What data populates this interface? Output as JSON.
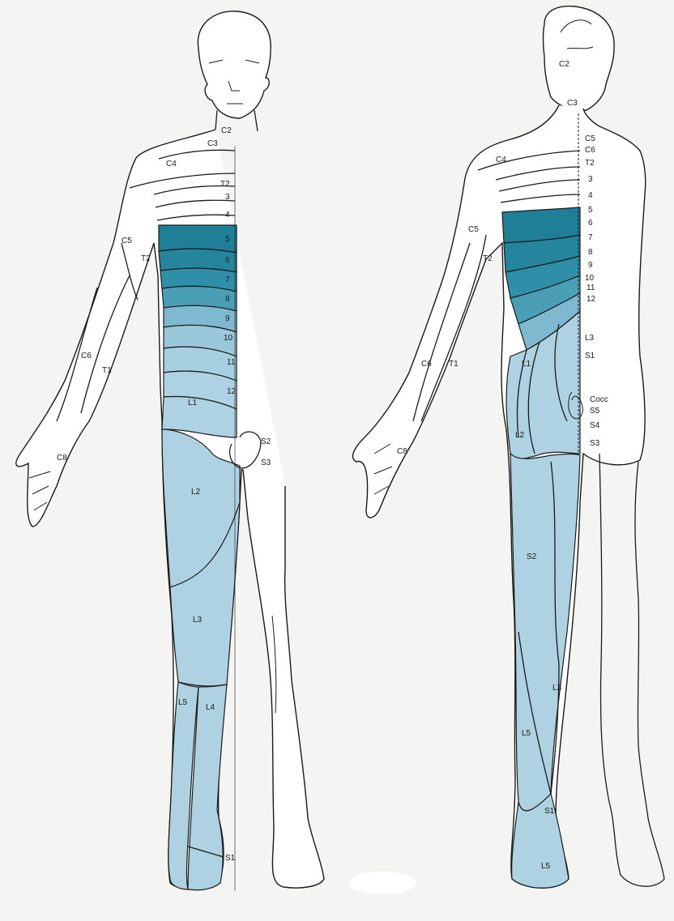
{
  "colors": {
    "background": "#f4f4f2",
    "band_dark": "#1f7f97",
    "band_mid": "#2f8fa8",
    "band_light": "#7fb9cf",
    "band_pale": "#aed2e2",
    "outline": "#1b1b1b"
  },
  "anterior": {
    "labels": [
      {
        "id": "c2",
        "text": "C2"
      },
      {
        "id": "c3",
        "text": "C3"
      },
      {
        "id": "c4",
        "text": "C4"
      },
      {
        "id": "t2",
        "text": "T2"
      },
      {
        "id": "t3",
        "text": "3"
      },
      {
        "id": "t4",
        "text": "4"
      },
      {
        "id": "t5",
        "text": "5"
      },
      {
        "id": "t6",
        "text": "6"
      },
      {
        "id": "t7",
        "text": "7"
      },
      {
        "id": "t8",
        "text": "8"
      },
      {
        "id": "t9",
        "text": "9"
      },
      {
        "id": "t10",
        "text": "10"
      },
      {
        "id": "t11",
        "text": "11"
      },
      {
        "id": "t12",
        "text": "12"
      },
      {
        "id": "c5",
        "text": "C5"
      },
      {
        "id": "t2arm",
        "text": "T2"
      },
      {
        "id": "c6",
        "text": "C6"
      },
      {
        "id": "t1",
        "text": "T1"
      },
      {
        "id": "c8",
        "text": "C8"
      },
      {
        "id": "l1",
        "text": "L1"
      },
      {
        "id": "s2",
        "text": "S2"
      },
      {
        "id": "s3",
        "text": "S3"
      },
      {
        "id": "l2",
        "text": "L2"
      },
      {
        "id": "l3",
        "text": "L3"
      },
      {
        "id": "l5",
        "text": "L5"
      },
      {
        "id": "l4",
        "text": "L4"
      },
      {
        "id": "s1",
        "text": "S1"
      }
    ]
  },
  "posterior": {
    "labels": [
      {
        "id": "c2",
        "text": "C2"
      },
      {
        "id": "c3",
        "text": "C3"
      },
      {
        "id": "c5",
        "text": "C5"
      },
      {
        "id": "c6",
        "text": "C6"
      },
      {
        "id": "t2",
        "text": "T2"
      },
      {
        "id": "c4",
        "text": "C4"
      },
      {
        "id": "t3",
        "text": "3"
      },
      {
        "id": "t4",
        "text": "4"
      },
      {
        "id": "t5",
        "text": "5"
      },
      {
        "id": "t6",
        "text": "6"
      },
      {
        "id": "t7",
        "text": "7"
      },
      {
        "id": "t8",
        "text": "8"
      },
      {
        "id": "t9",
        "text": "9"
      },
      {
        "id": "t10",
        "text": "10"
      },
      {
        "id": "t11",
        "text": "11"
      },
      {
        "id": "t12",
        "text": "12"
      },
      {
        "id": "c5arm",
        "text": "C5"
      },
      {
        "id": "t2arm",
        "text": "T2"
      },
      {
        "id": "l3",
        "text": "L3"
      },
      {
        "id": "s1",
        "text": "S1"
      },
      {
        "id": "l1",
        "text": "L1"
      },
      {
        "id": "c6arm",
        "text": "C6"
      },
      {
        "id": "t1",
        "text": "T1"
      },
      {
        "id": "cocc",
        "text": "Cocc"
      },
      {
        "id": "s5",
        "text": "S5"
      },
      {
        "id": "s4",
        "text": "S4"
      },
      {
        "id": "s3",
        "text": "S3"
      },
      {
        "id": "l2",
        "text": "L2"
      },
      {
        "id": "c8",
        "text": "C8"
      },
      {
        "id": "s2",
        "text": "S2"
      },
      {
        "id": "l3leg",
        "text": "L3"
      },
      {
        "id": "l5",
        "text": "L5"
      },
      {
        "id": "s1foot",
        "text": "S1"
      },
      {
        "id": "l5foot",
        "text": "L5"
      }
    ]
  }
}
